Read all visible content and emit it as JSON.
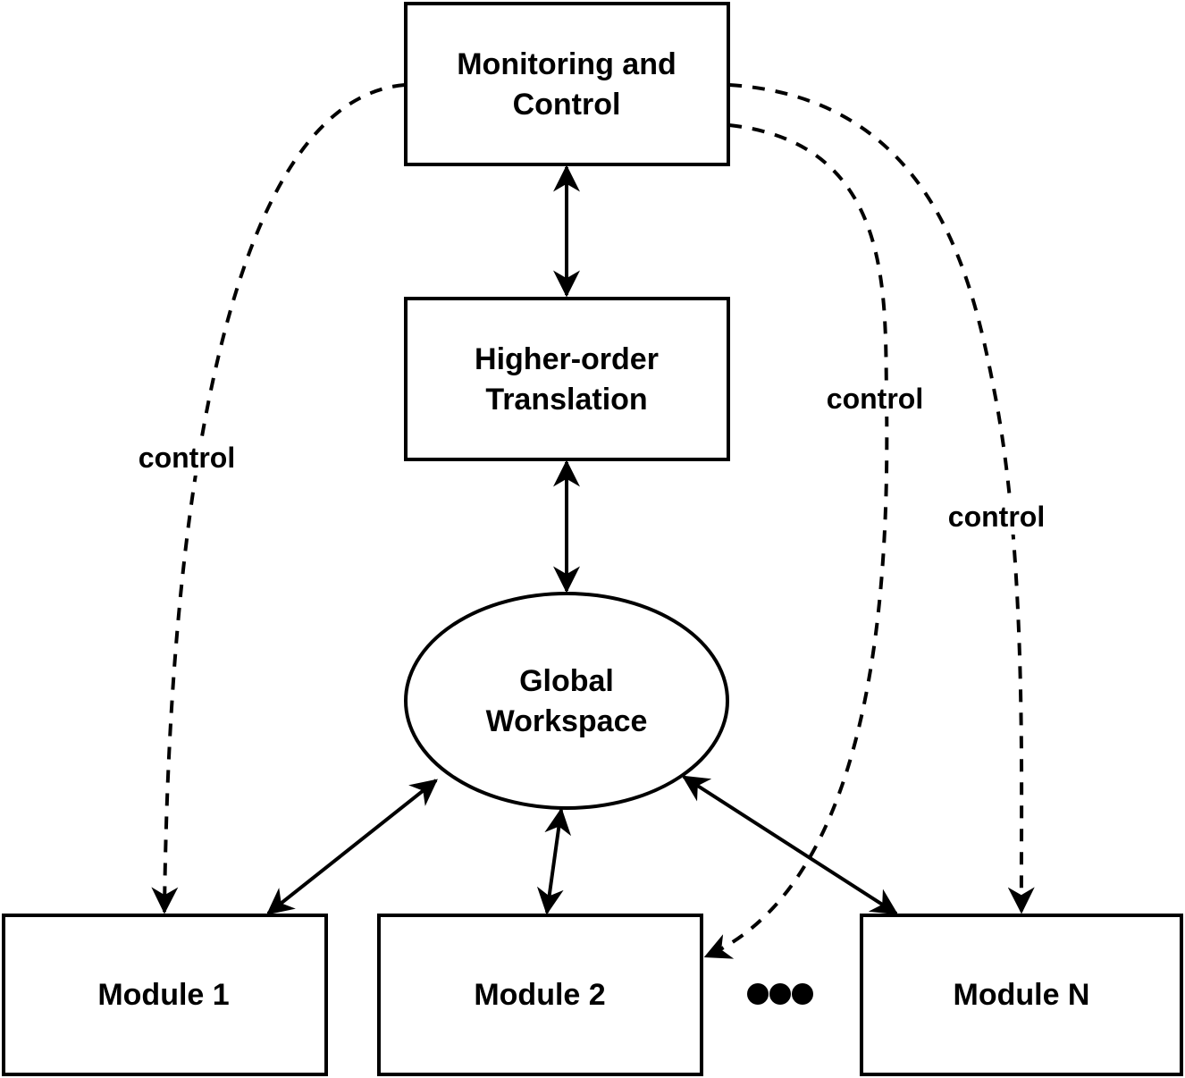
{
  "nodes": {
    "monitoring": {
      "line1": "Monitoring and",
      "line2": "Control"
    },
    "translation": {
      "line1": "Higher-order",
      "line2": "Translation"
    },
    "workspace": {
      "line1": "Global",
      "line2": "Workspace"
    },
    "module1": {
      "label": "Module 1"
    },
    "module2": {
      "label": "Module 2"
    },
    "moduleN": {
      "label": "Module N"
    }
  },
  "edges": {
    "control_left": "control",
    "control_middle": "control",
    "control_right": "control"
  },
  "ellipsis_dots": 3,
  "colors": {
    "stroke": "#000000",
    "background": "#ffffff"
  }
}
